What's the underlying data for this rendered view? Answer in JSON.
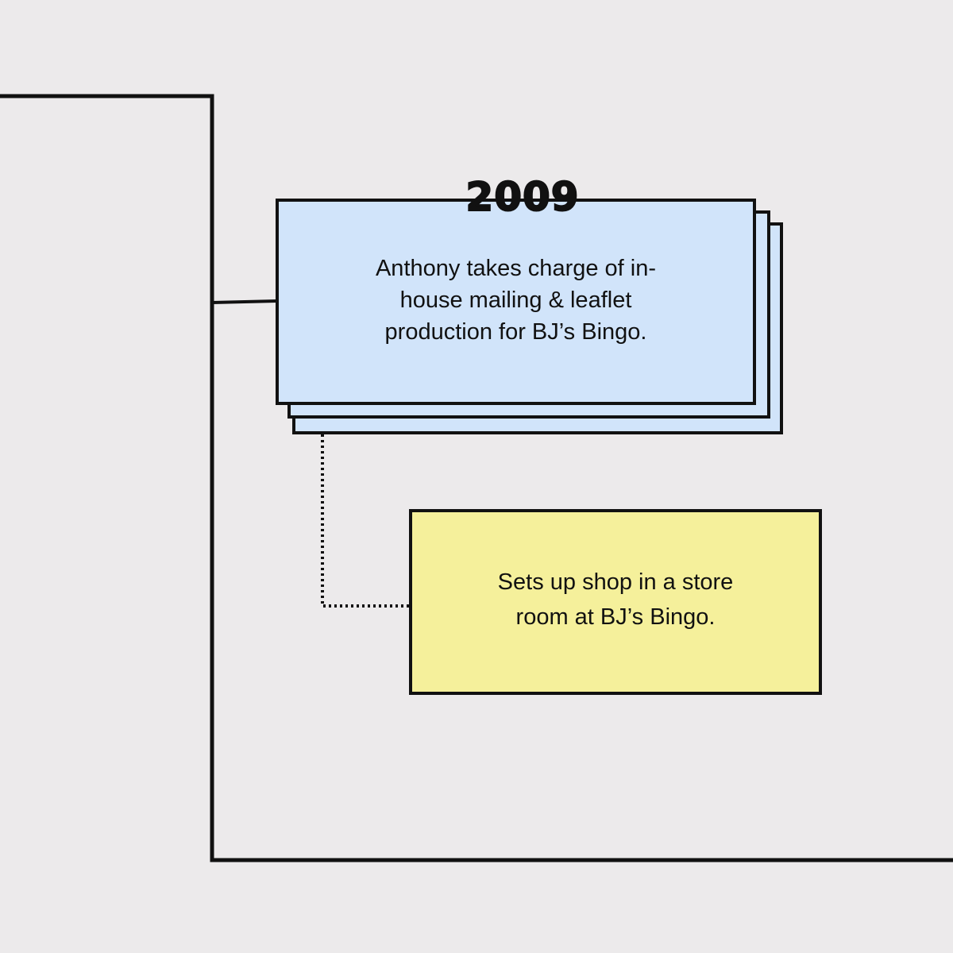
{
  "timeline": {
    "year_label": "2009",
    "milestone_text": "Anthony takes charge of in-\nhouse mailing & leaflet\nproduction for BJ’s Bingo.",
    "sub_event_text": "Sets up shop in a store\nroom at BJ’s Bingo."
  },
  "colors": {
    "background": "#ECEAEB",
    "line": "#111111",
    "milestone_card": "#D1E4FA",
    "sub_event_card": "#F5F09B"
  }
}
